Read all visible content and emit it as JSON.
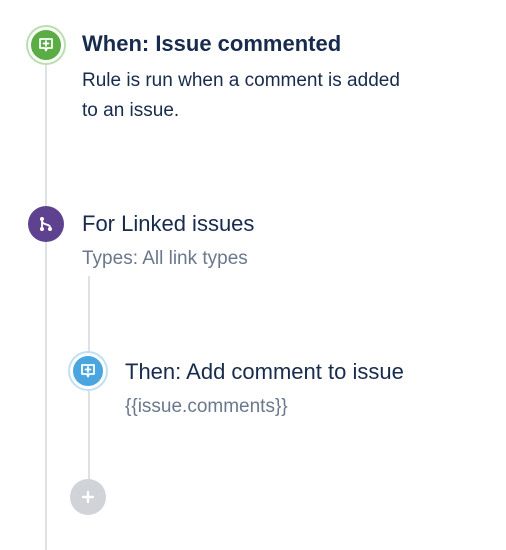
{
  "trigger": {
    "title": "When: Issue commented",
    "description_line1": "Rule is run when a comment is added",
    "description_line2": "to an issue.",
    "icon": "comment-plus-icon",
    "color": "#5aac44"
  },
  "branch": {
    "title": "For Linked issues",
    "subtitle": "Types: All link types",
    "icon": "branch-icon",
    "color": "#5e4290"
  },
  "action": {
    "title": "Then: Add comment to issue",
    "subtitle": "{{issue.comments}}",
    "icon": "comment-plus-icon",
    "color": "#4ba6e0"
  },
  "add_step": {
    "icon": "plus-icon",
    "color": "#d0d3d8"
  }
}
